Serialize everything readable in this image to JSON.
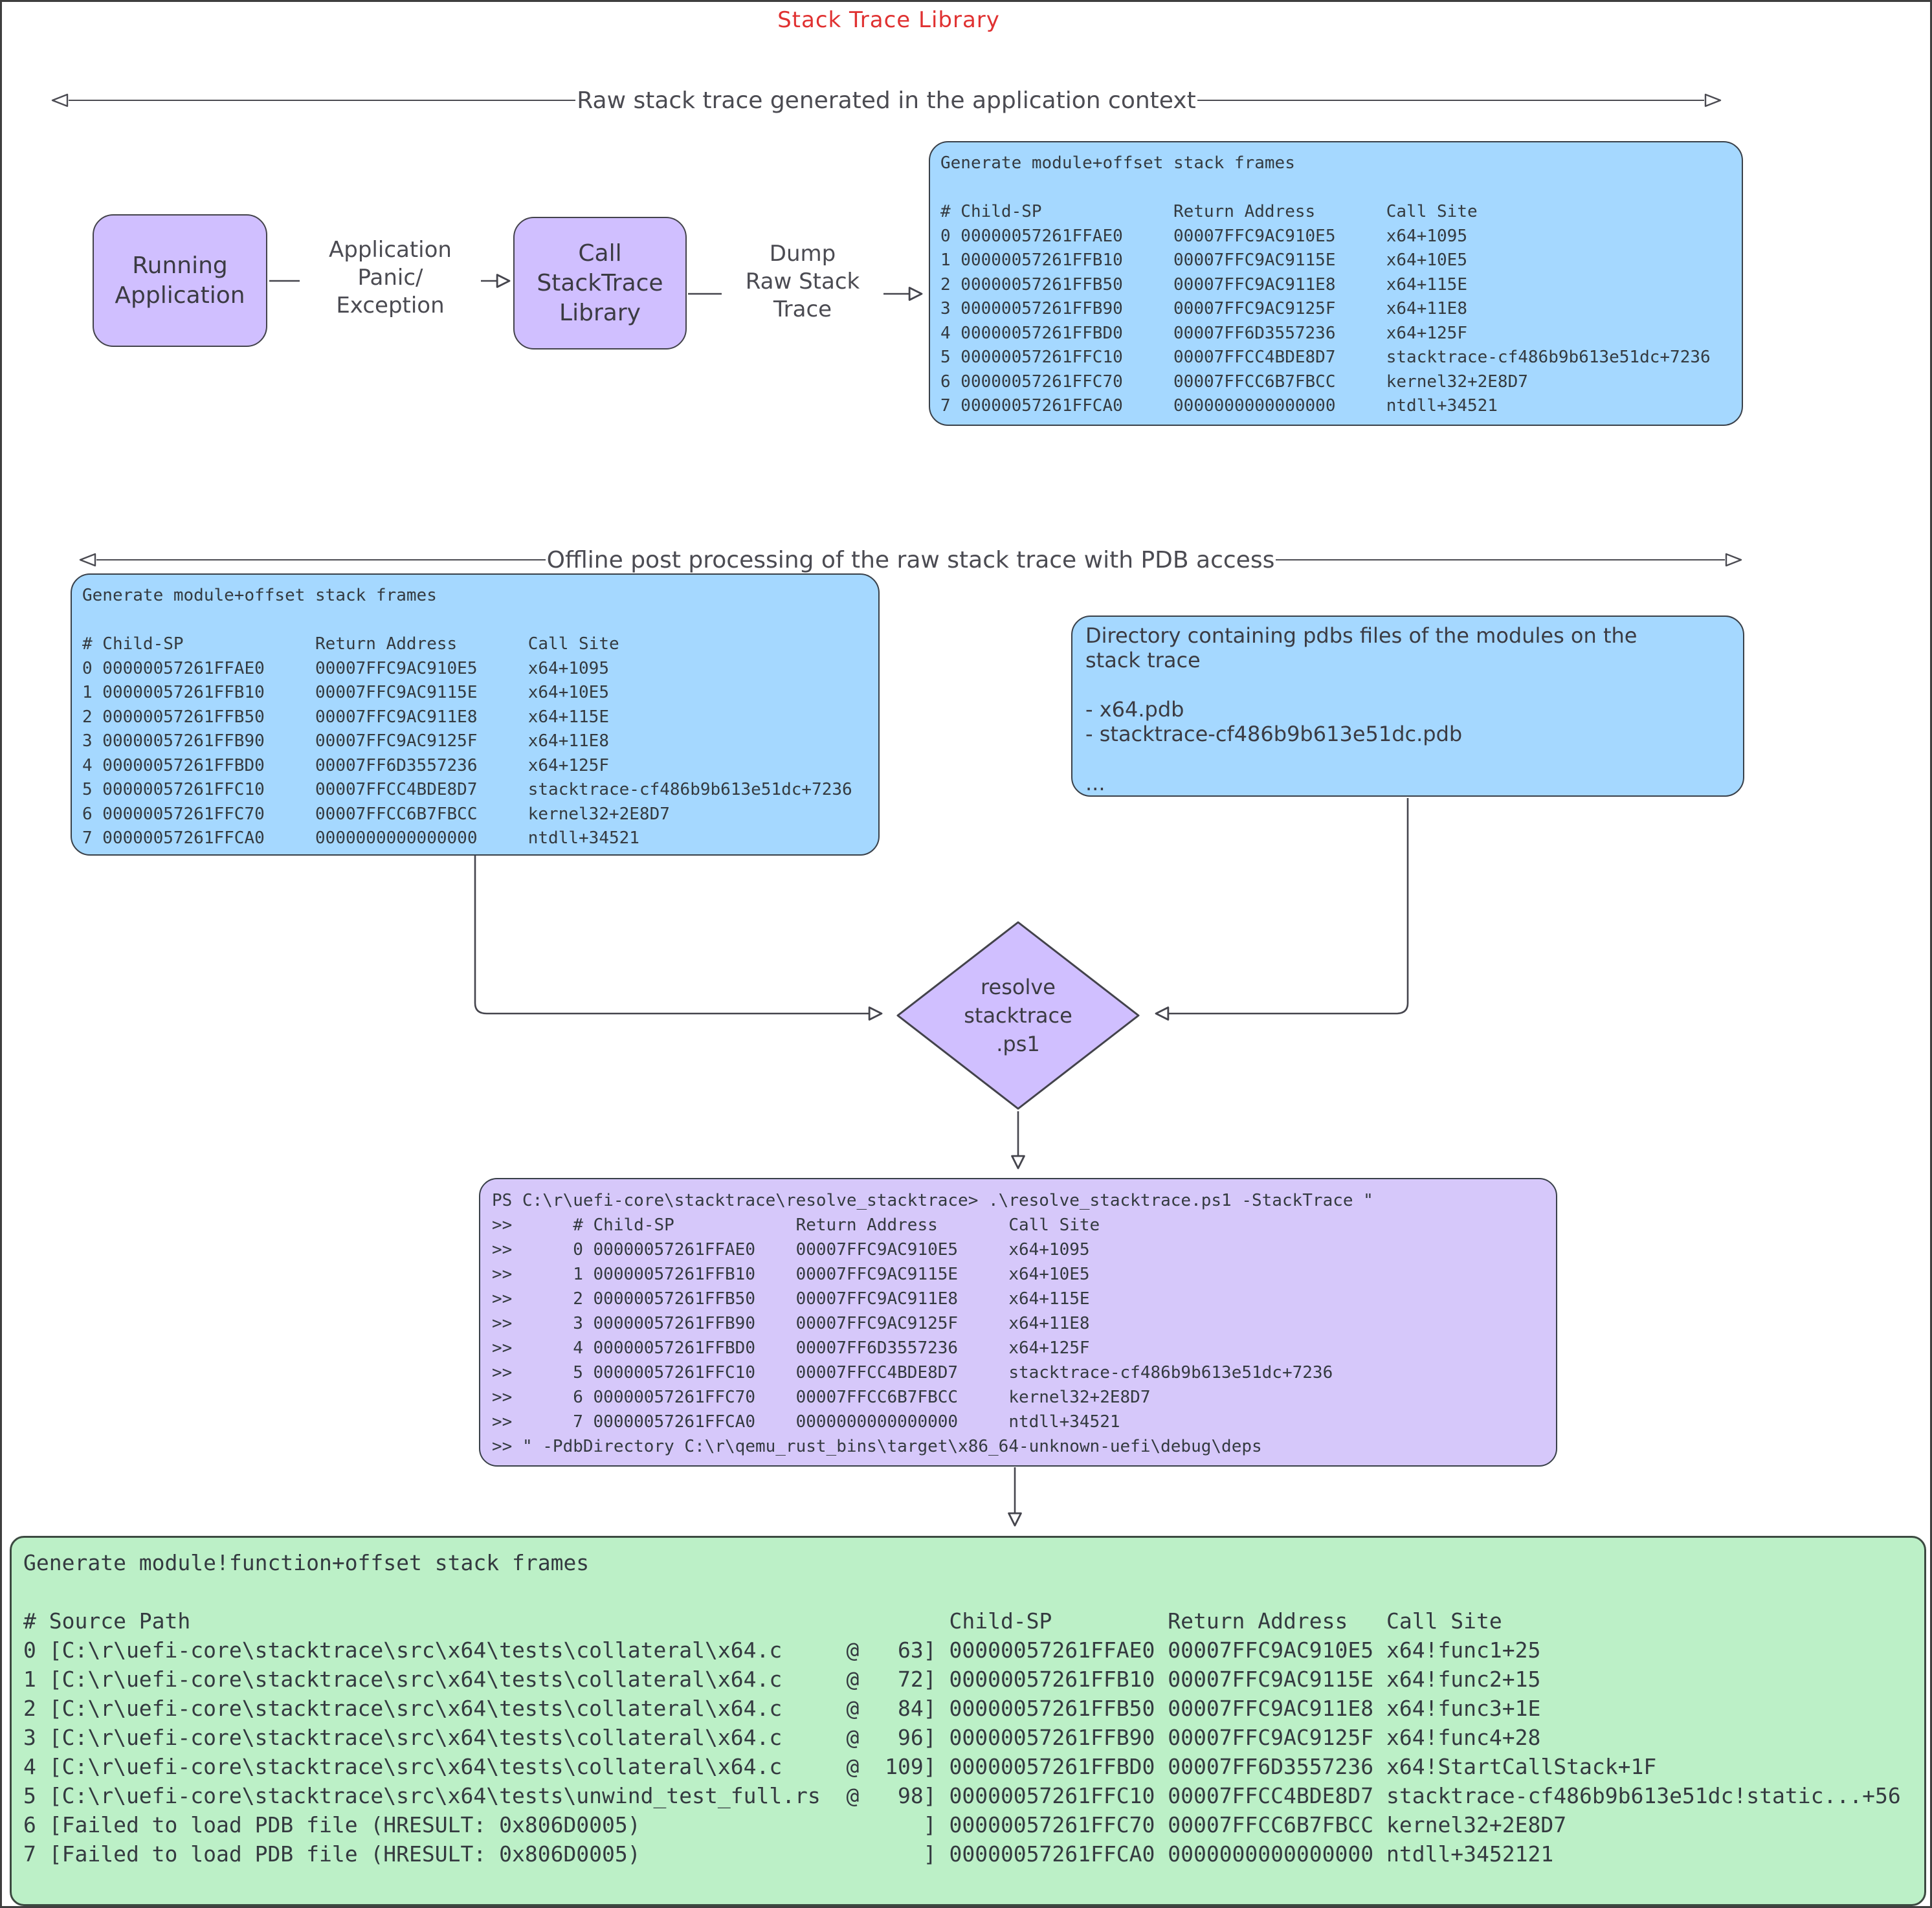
{
  "title": "Stack Trace Library",
  "section_headers": {
    "raw": "Raw stack trace generated in the application context",
    "offline": "Offline post processing of the raw stack trace with PDB access"
  },
  "flow": {
    "running_app_label": "Running\nApplication",
    "panic_arrow_label": "Application\nPanic/\nException",
    "call_library_label": "Call\nStackTrace\nLibrary",
    "dump_arrow_label": "Dump\nRaw Stack\nTrace"
  },
  "raw_trace_box": {
    "lines": [
      "Generate module+offset stack frames",
      "",
      "# Child-SP             Return Address       Call Site",
      "0 00000057261FFAE0     00007FFC9AC910E5     x64+1095",
      "1 00000057261FFB10     00007FFC9AC9115E     x64+10E5",
      "2 00000057261FFB50     00007FFC9AC911E8     x64+115E",
      "3 00000057261FFB90     00007FFC9AC9125F     x64+11E8",
      "4 00000057261FFBD0     00007FF6D3557236     x64+125F",
      "5 00000057261FFC10     00007FFCC4BDE8D7     stacktrace-cf486b9b613e51dc+7236",
      "6 00000057261FFC70     00007FFCC6B7FBCC     kernel32+2E8D7",
      "7 00000057261FFCA0     0000000000000000     ntdll+34521"
    ]
  },
  "offline_trace_box": {
    "lines": [
      "Generate module+offset stack frames",
      "",
      "# Child-SP             Return Address       Call Site",
      "0 00000057261FFAE0     00007FFC9AC910E5     x64+1095",
      "1 00000057261FFB10     00007FFC9AC9115E     x64+10E5",
      "2 00000057261FFB50     00007FFC9AC911E8     x64+115E",
      "3 00000057261FFB90     00007FFC9AC9125F     x64+11E8",
      "4 00000057261FFBD0     00007FF6D3557236     x64+125F",
      "5 00000057261FFC10     00007FFCC4BDE8D7     stacktrace-cf486b9b613e51dc+7236",
      "6 00000057261FFC70     00007FFCC6B7FBCC     kernel32+2E8D7",
      "7 00000057261FFCA0     0000000000000000     ntdll+34521"
    ]
  },
  "pdb_directory_box": {
    "lines": [
      "Directory containing pdbs files of the modules on the",
      "stack trace",
      "",
      "- x64.pdb",
      "- stacktrace-cf486b9b613e51dc.pdb",
      "",
      "..."
    ]
  },
  "resolver_diamond": {
    "label": "resolve\nstacktrace\n.ps1"
  },
  "console_box": {
    "lines": [
      "PS C:\\r\\uefi-core\\stacktrace\\resolve_stacktrace> .\\resolve_stacktrace.ps1 -StackTrace \"",
      ">>      # Child-SP            Return Address       Call Site",
      ">>      0 00000057261FFAE0    00007FFC9AC910E5     x64+1095",
      ">>      1 00000057261FFB10    00007FFC9AC9115E     x64+10E5",
      ">>      2 00000057261FFB50    00007FFC9AC911E8     x64+115E",
      ">>      3 00000057261FFB90    00007FFC9AC9125F     x64+11E8",
      ">>      4 00000057261FFBD0    00007FF6D3557236     x64+125F",
      ">>      5 00000057261FFC10    00007FFCC4BDE8D7     stacktrace-cf486b9b613e51dc+7236",
      ">>      6 00000057261FFC70    00007FFCC6B7FBCC     kernel32+2E8D7",
      ">>      7 00000057261FFCA0    0000000000000000     ntdll+34521",
      ">> \" -PdbDirectory C:\\r\\qemu_rust_bins\\target\\x86_64-unknown-uefi\\debug\\deps"
    ]
  },
  "result_box": {
    "lines": [
      "Generate module!function+offset stack frames",
      "",
      "# Source Path                                                           Child-SP         Return Address   Call Site",
      "0 [C:\\r\\uefi-core\\stacktrace\\src\\x64\\tests\\collateral\\x64.c     @   63] 00000057261FFAE0 00007FFC9AC910E5 x64!func1+25",
      "1 [C:\\r\\uefi-core\\stacktrace\\src\\x64\\tests\\collateral\\x64.c     @   72] 00000057261FFB10 00007FFC9AC9115E x64!func2+15",
      "2 [C:\\r\\uefi-core\\stacktrace\\src\\x64\\tests\\collateral\\x64.c     @   84] 00000057261FFB50 00007FFC9AC911E8 x64!func3+1E",
      "3 [C:\\r\\uefi-core\\stacktrace\\src\\x64\\tests\\collateral\\x64.c     @   96] 00000057261FFB90 00007FFC9AC9125F x64!func4+28",
      "4 [C:\\r\\uefi-core\\stacktrace\\src\\x64\\tests\\collateral\\x64.c     @  109] 00000057261FFBD0 00007FF6D3557236 x64!StartCallStack+1F",
      "5 [C:\\r\\uefi-core\\stacktrace\\src\\x64\\tests\\unwind_test_full.rs  @   98] 00000057261FFC10 00007FFCC4BDE8D7 stacktrace-cf486b9b613e51dc!static...+56",
      "6 [Failed to load PDB file (HRESULT: 0x806D0005)                      ] 00000057261FFC70 00007FFCC6B7FBCC kernel32+2E8D7",
      "7 [Failed to load PDB file (HRESULT: 0x806D0005)                      ] 00000057261FFCA0 0000000000000000 ntdll+3452121"
    ]
  },
  "colors": {
    "title_red": "#e03131",
    "node_purple": "#d0bfff",
    "codebox_blue": "#a5d8ff",
    "result_green": "#bcf0c7",
    "stroke_dark": "#343a40"
  }
}
